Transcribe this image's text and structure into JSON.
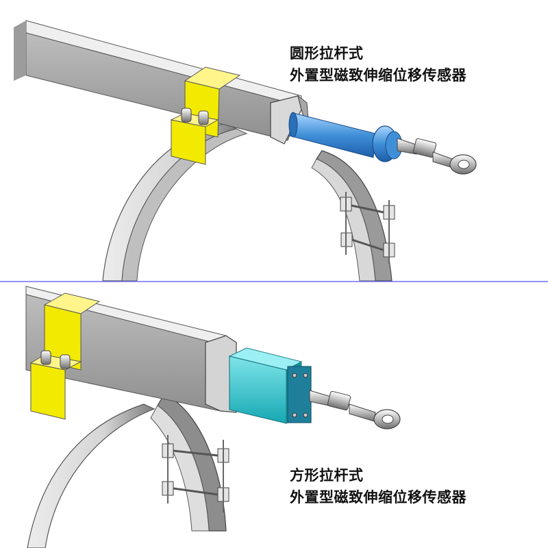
{
  "top_panel": {
    "caption_line1": "圆形拉杆式",
    "caption_line2": "外置型磁致伸缩位移传感器"
  },
  "bottom_panel": {
    "caption_line1": "方形拉杆式",
    "caption_line2": "外置型磁致伸缩位移传感器"
  },
  "colors": {
    "bracket_yellow": "#f2ea00",
    "round_sensor_blue": "#3f8fd8",
    "square_sensor_cyan": "#22c2cc",
    "beam_gray": "#cfcfcf",
    "divider_line": "#6e6ef5"
  }
}
